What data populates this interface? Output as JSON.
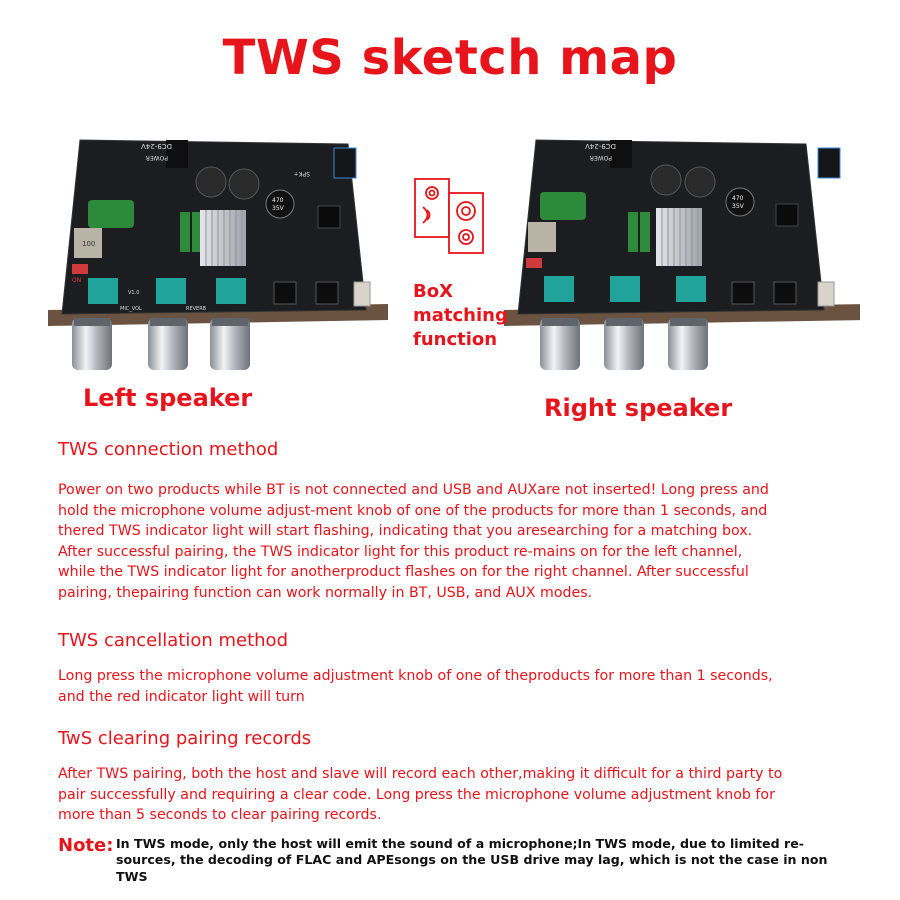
{
  "title": "TWS sketch map",
  "labels": {
    "left_speaker": "Left speaker",
    "right_speaker": "Right speaker",
    "box_matching": [
      "BoX",
      "matching",
      "function"
    ]
  },
  "board_text": {
    "dc": "DC9-24V",
    "power": "POWER",
    "cap": [
      "470",
      "35V"
    ],
    "spk": "SPK+",
    "mic_vol": "MIC_VOL",
    "reverb": "REVERB",
    "version": "V1.0",
    "inductor": "100",
    "on": "ON"
  },
  "sections": [
    {
      "heading": "TWS connection method",
      "lines": [
        "Power on two products while BT is not connected and USB and AUXare not inserted! Long press and",
        "hold the microphone volume adjust-ment knob of one of the products for more than 1 seconds, and",
        "thered TWS indicator light will start flashing, indicating that you aresearching for a matching box.",
        "After successful pairing, the TWS indicator light for this product re-mains on for the left channel,",
        "while the TWS indicator light for anotherproduct flashes on for the right channel. After successful",
        "pairing, thepairing function can work normally in BT, USB, and AUX modes."
      ]
    },
    {
      "heading": "TWS cancellation method",
      "lines": [
        "Long press the microphone volume adjustment knob of one of theproducts for more than 1 seconds,",
        "and the red indicator light will turn"
      ]
    },
    {
      "heading": "TwS clearing pairing records",
      "lines": [
        "After TWS pairing, both the host and slave will record each other,making it difficult for a third party to",
        "pair successfully and requiring a clear code. Long press the microphone volume adjustment knob for",
        "more than 5 seconds to clear pairing records."
      ]
    }
  ],
  "note": {
    "label": "Note:",
    "lines": [
      "In TWS mode, only the host will emit the sound of a microphone;In TWS mode, due to limited re-",
      "sources, the decoding of FLAC and APEsongs on the USB drive may lag, which is not the case in non",
      "TWS"
    ]
  },
  "colors": {
    "accent": "#e8141b",
    "pcb": "#1c1d20",
    "heatsink": "#c9ccd1",
    "connector_green": "#1fa39a",
    "knob": "#c8ccd2"
  }
}
